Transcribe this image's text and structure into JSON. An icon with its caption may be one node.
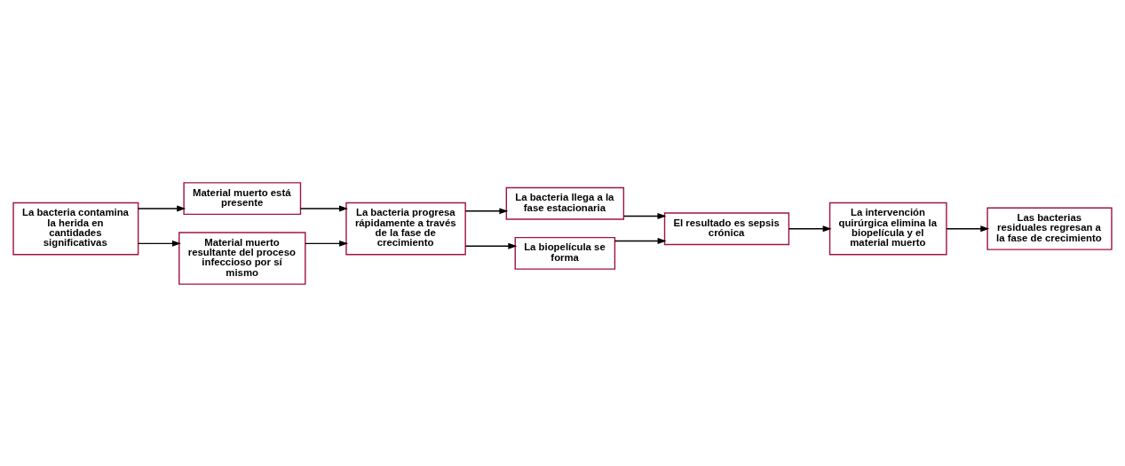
{
  "diagram": {
    "nodes": [
      {
        "text": [
          "La bacteria contamina la herida en cantidades significativas"
        ]
      },
      {
        "text": [
          "Material muerto está presente"
        ]
      },
      {
        "text": [
          "Material muerto resultante del proceso infeccioso por sí mismo"
        ]
      },
      {
        "text": [
          "La bacteria progresa rápidamente a través de la fase de crecimiento"
        ]
      },
      {
        "text": [
          "La bacteria llega a la fase estacionaria"
        ]
      },
      {
        "text": [
          "La biopelícula se forma"
        ]
      },
      {
        "text": [
          "El resultado es sepsis crónica"
        ]
      },
      {
        "text": [
          "La intervención quirúrgica elimina la biopelícula y el material muerto"
        ]
      },
      {
        "text": [
          "Las bacterias residuales regresan a la fase de crecimiento"
        ]
      }
    ],
    "edges": [
      {
        "from": 0,
        "to": 1,
        "arrow": "to"
      },
      {
        "from": 0,
        "to": 2,
        "arrow": "to"
      },
      {
        "from": 1,
        "to": 3,
        "arrow": "to"
      },
      {
        "from": 2,
        "to": 3,
        "arrow": "to"
      },
      {
        "from": 3,
        "to": 4,
        "arrow": "to"
      },
      {
        "from": 3,
        "to": 5,
        "arrow": "to"
      },
      {
        "from": 4,
        "to": 6,
        "arrow": "to"
      },
      {
        "from": 5,
        "to": 6,
        "arrow": "to"
      },
      {
        "from": 6,
        "to": 7,
        "arrow": "to"
      },
      {
        "from": 7,
        "to": 8,
        "arrow": "to"
      }
    ]
  }
}
